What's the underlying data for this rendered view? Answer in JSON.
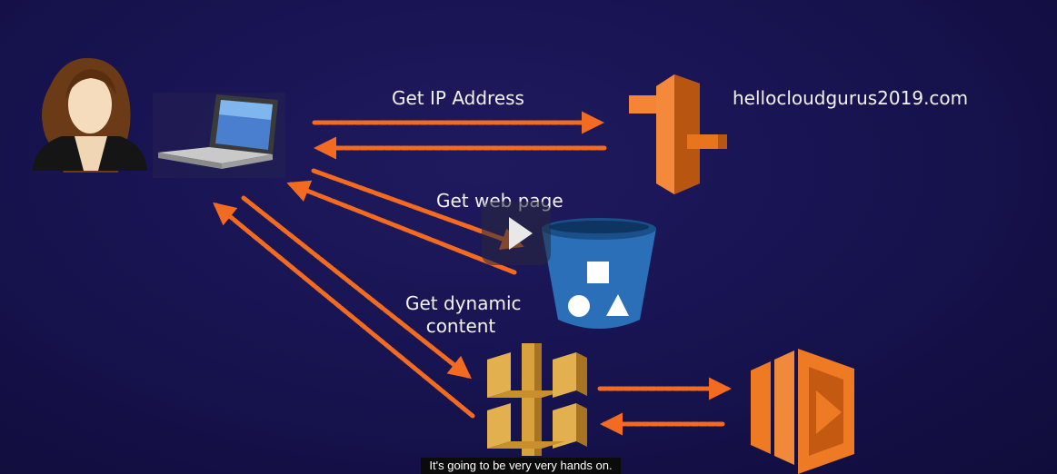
{
  "labels": {
    "get_ip": "Get IP Address",
    "domain": "hellocloudgurus2019.com",
    "get_web_page": "Get web page",
    "get_dynamic_line1": "Get dynamic",
    "get_dynamic_line2": "content"
  },
  "caption": "It's going to be very very hands on.",
  "colors": {
    "background": "#181452",
    "arrow": "#f26b21",
    "route53": "#e8741e",
    "s3": "#2a6fb8",
    "api_gateway": "#d9a23c",
    "lambda": "#ef7a24"
  },
  "icons": {
    "user": "user-avatar-icon",
    "laptop": "laptop-icon",
    "dns": "route53-dns-icon",
    "bucket": "s3-bucket-icon",
    "api": "api-gateway-icon",
    "function": "lambda-function-icon",
    "play": "play-icon"
  }
}
